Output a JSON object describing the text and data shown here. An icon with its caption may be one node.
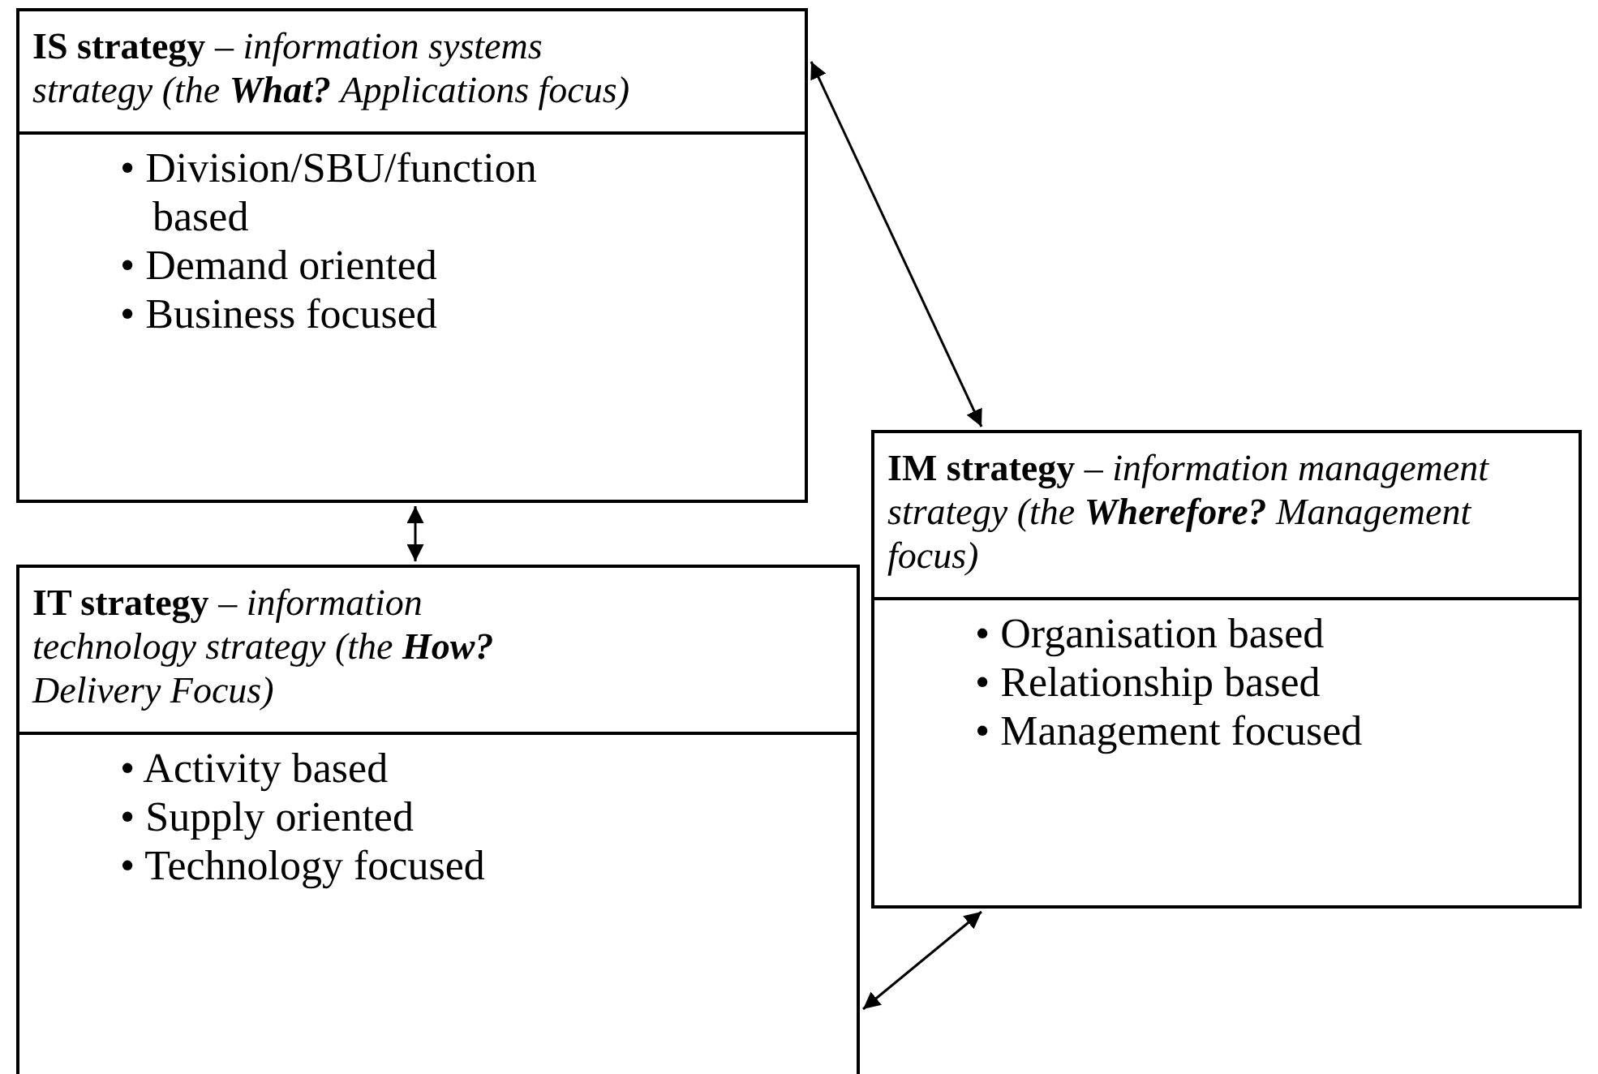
{
  "diagram": {
    "nodes": [
      {
        "text": [
          "**IS strategy** – *information systems strategy (the* **What?** *Applications focus)*",
          "• Division/SBU/function based",
          "• Demand oriented",
          "• Business focused"
        ]
      },
      {
        "text": [
          "**IM strategy** – *information management strategy (the* **Wherefore?** *Management focus)*",
          "• Organisation based",
          "• Relationship based",
          "• Management focused"
        ]
      },
      {
        "text": [
          "**IT strategy** – *information technology strategy (the* **How?** *Delivery Focus)*",
          "• Activity based",
          "• Supply oriented",
          "• Technology focused"
        ]
      }
    ],
    "edges": [
      {
        "from": 0,
        "to": 1,
        "arrow": "both"
      },
      {
        "from": 0,
        "to": 2,
        "arrow": "both"
      },
      {
        "from": 1,
        "to": 2,
        "arrow": "both"
      }
    ]
  }
}
